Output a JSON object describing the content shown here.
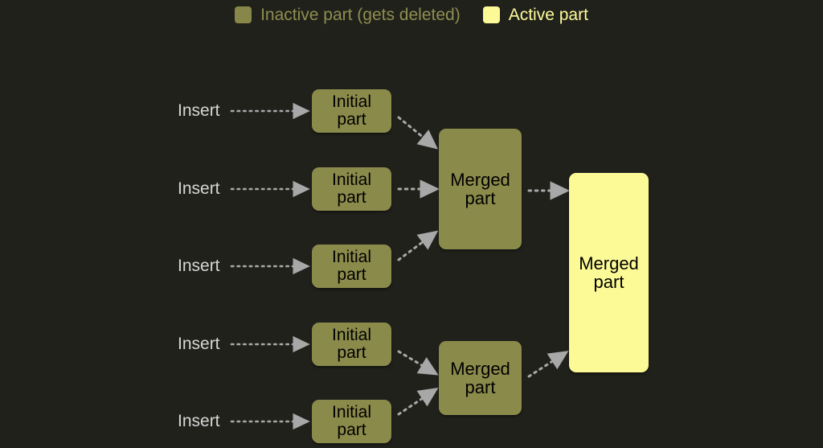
{
  "background_color": "#21211c",
  "legend": {
    "entries": [
      {
        "label": "Inactive part (gets deleted)",
        "swatch_color": "#87874a",
        "text_color": "#8e8e50",
        "icon": "square-swatch-icon"
      },
      {
        "label": "Active part",
        "swatch_color": "#fcfa96",
        "text_color": "#fdfb9a",
        "icon": "square-swatch-icon"
      }
    ]
  },
  "diagram": {
    "insert_labels": [
      {
        "text": "Insert"
      },
      {
        "text": "Insert"
      },
      {
        "text": "Insert"
      },
      {
        "text": "Insert"
      },
      {
        "text": "Insert"
      }
    ],
    "initial_parts": [
      {
        "line1": "Initial",
        "line2": "part",
        "state": "inactive"
      },
      {
        "line1": "Initial",
        "line2": "part",
        "state": "inactive"
      },
      {
        "line1": "Initial",
        "line2": "part",
        "state": "inactive"
      },
      {
        "line1": "Initial",
        "line2": "part",
        "state": "inactive"
      },
      {
        "line1": "Initial",
        "line2": "part",
        "state": "inactive"
      }
    ],
    "merged_parts": [
      {
        "line1": "Merged",
        "line2": "part",
        "state": "inactive"
      },
      {
        "line1": "Merged",
        "line2": "part",
        "state": "inactive"
      }
    ],
    "final_part": {
      "line1": "Merged",
      "line2": "part",
      "state": "active"
    },
    "arrow_color": "#a8a8a8",
    "arrow_style": "dotted"
  }
}
